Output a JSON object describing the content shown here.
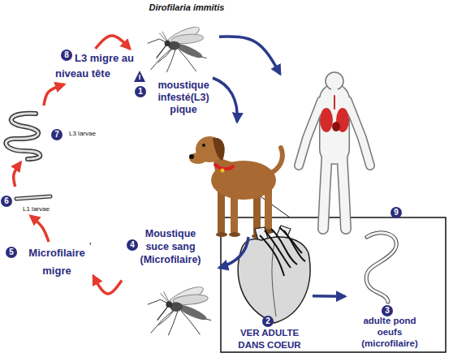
{
  "diagram": {
    "title": "Dirofilaria immitis",
    "nodes": [
      {
        "text": [
          "8",
          "L3 migre au niveau tête"
        ]
      },
      {
        "text": [
          "1",
          "moustique infesté(L3) pique"
        ]
      },
      {
        "text": [
          "9"
        ]
      },
      {
        "text": [
          "7",
          "L3 larvae"
        ]
      },
      {
        "text": [
          "6",
          "L1 larvae"
        ]
      },
      {
        "text": [
          "5",
          "Microfilaire migre"
        ]
      },
      {
        "text": [
          "4",
          "Moustique suce sang (Microfilaire)"
        ]
      },
      {
        "text": [
          "2",
          "VER ADULTE DANS COEUR"
        ]
      },
      {
        "text": [
          "3",
          "adulte pond oeufs (microfilaire)"
        ]
      }
    ],
    "edges": [
      {
        "from": 6,
        "to": 5,
        "arrow": "to"
      },
      {
        "from": 5,
        "to": 4,
        "arrow": "to"
      },
      {
        "from": 4,
        "to": 3,
        "arrow": "to"
      },
      {
        "from": 3,
        "to": 0,
        "arrow": "to"
      },
      {
        "from": 0,
        "to": 1,
        "arrow": "to"
      },
      {
        "from": 1,
        "to": 2,
        "arrow": "to"
      },
      {
        "from": 7,
        "to": 8,
        "arrow": "to"
      }
    ],
    "labels": [
      "'"
    ]
  }
}
